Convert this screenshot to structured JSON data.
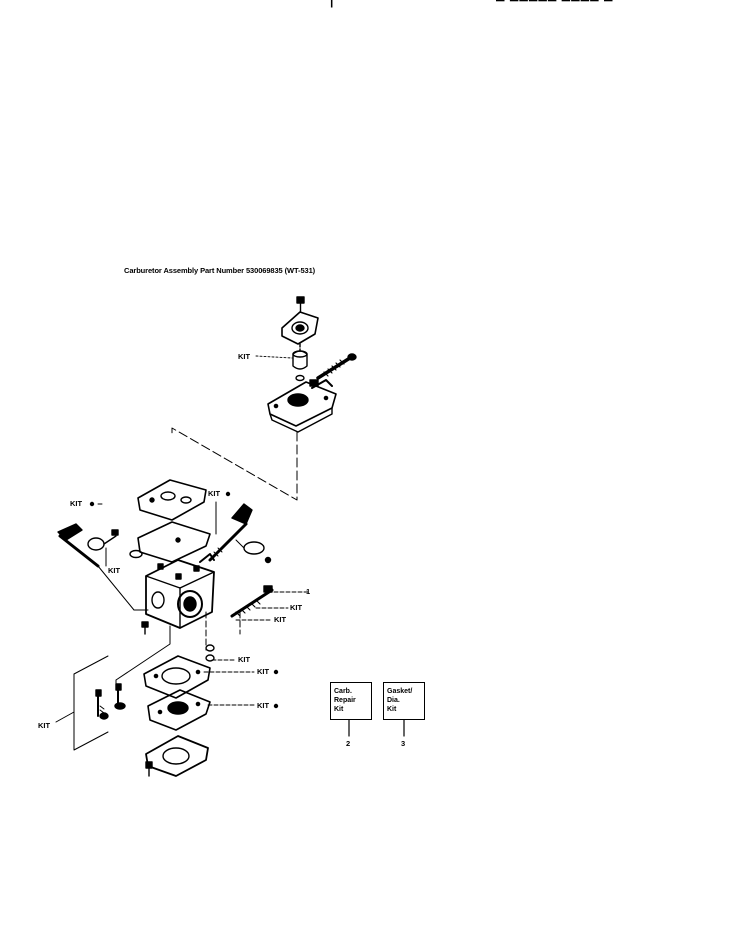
{
  "title": "Carburetor Assembly Part Number 530069835  (WT-531)",
  "kit_label": "KIT",
  "callouts": {
    "top_kit": "KIT",
    "left_kit_upper": "KIT",
    "center_kit": "KIT",
    "left_kit_mid": "KIT",
    "right_ref_1": "1",
    "right_kit_a": "KIT",
    "right_kit_b": "KIT",
    "lower_kit_a": "KIT",
    "lower_kit_b": "KIT",
    "lower_kit_c": "KIT",
    "far_left_kit": "KIT"
  },
  "kits": [
    {
      "line1": "Carb.",
      "line2": "Repair",
      "line3": "Kit",
      "number": "2"
    },
    {
      "line1": "Gasket/",
      "line2": "Dia.",
      "line3": "Kit",
      "number": "3"
    }
  ],
  "colors": {
    "ink": "#000000",
    "paper": "#ffffff"
  }
}
